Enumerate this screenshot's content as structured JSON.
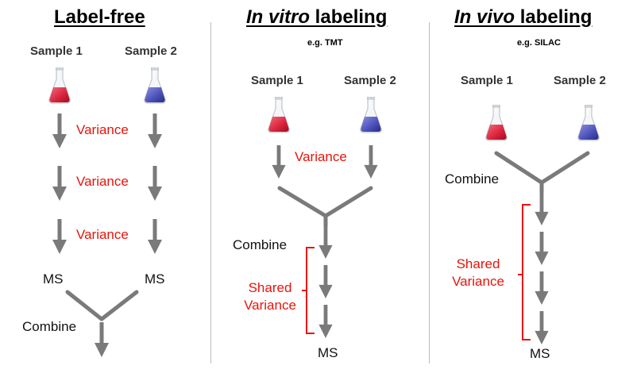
{
  "panels": [
    {
      "title_italic": "",
      "title_rest": "Label-free",
      "subtitle": "",
      "sample1": "Sample 1",
      "sample2": "Sample 2",
      "variance": [
        "Variance",
        "Variance",
        "Variance"
      ],
      "ms_left": "MS",
      "ms_right": "MS",
      "combine": "Combine"
    },
    {
      "title_italic": "In vitro",
      "title_rest": " labeling",
      "subtitle": "e.g. TMT",
      "sample1": "Sample 1",
      "sample2": "Sample 2",
      "variance": "Variance",
      "combine": "Combine",
      "shared_variance": [
        "Shared",
        "Variance"
      ],
      "ms": "MS"
    },
    {
      "title_italic": "In vivo",
      "title_rest": " labeling",
      "subtitle": "e.g. SILAC",
      "sample1": "Sample 1",
      "sample2": "Sample 2",
      "combine": "Combine",
      "shared_variance": [
        "Shared",
        "Variance"
      ],
      "ms": "MS"
    }
  ],
  "colors": {
    "arrow": "#7a7a7a",
    "variance_text": "#e8140c",
    "flask_red": "#e0263a",
    "flask_blue": "#4a4fb8",
    "divider": "#bdbdbd"
  },
  "icons": [
    "flask-icon",
    "down-arrow-icon",
    "bracket-icon"
  ]
}
